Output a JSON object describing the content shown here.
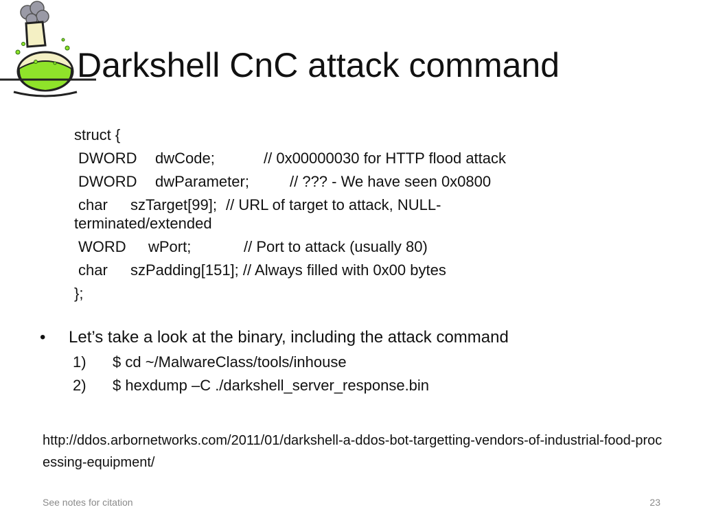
{
  "slide": {
    "title": "Darkshell CnC attack command",
    "code": {
      "open": "struct {",
      "line1": {
        "type": "DWORD",
        "name": "dwCode;",
        "comment": "// 0x00000030 for HTTP flood attack"
      },
      "line2": {
        "type": "DWORD",
        "name": "dwParameter;",
        "comment": "// ??? - We have seen 0x0800"
      },
      "line3": {
        "type": "char",
        "name": "szTarget[99];",
        "comment": "// URL of target to attack, NULL-",
        "continuation": "terminated/extended"
      },
      "line4": {
        "type": "WORD",
        "name": "wPort;",
        "comment": "// Port to attack (usually 80)"
      },
      "line5": {
        "type": "char",
        "name": "szPadding[151];",
        "comment": "// Always filled with 0x00 bytes"
      },
      "close": "};"
    },
    "bullet": {
      "symbol": "•",
      "text": "Let’s take a look at the binary, including the attack command"
    },
    "steps": [
      {
        "num": "1)",
        "text": "$ cd ~/MalwareClass/tools/inhouse"
      },
      {
        "num": "2)",
        "text": "$ hexdump –C ./darkshell_server_response.bin"
      }
    ],
    "url": "http://ddos.arbornetworks.com/2011/01/darkshell-a-ddos-bot-targetting-vendors-of-industrial-food-processing-equipment/",
    "footer": "See notes for citation",
    "page_number": "23"
  },
  "colors": {
    "text": "#111111",
    "footer": "#8a8a8a",
    "flask_liquid": "#8fe32a",
    "flask_glass": "#f4f0c4",
    "smoke": "#9a9aa6"
  },
  "icons": {
    "logo": "chemistry-flask-icon"
  }
}
